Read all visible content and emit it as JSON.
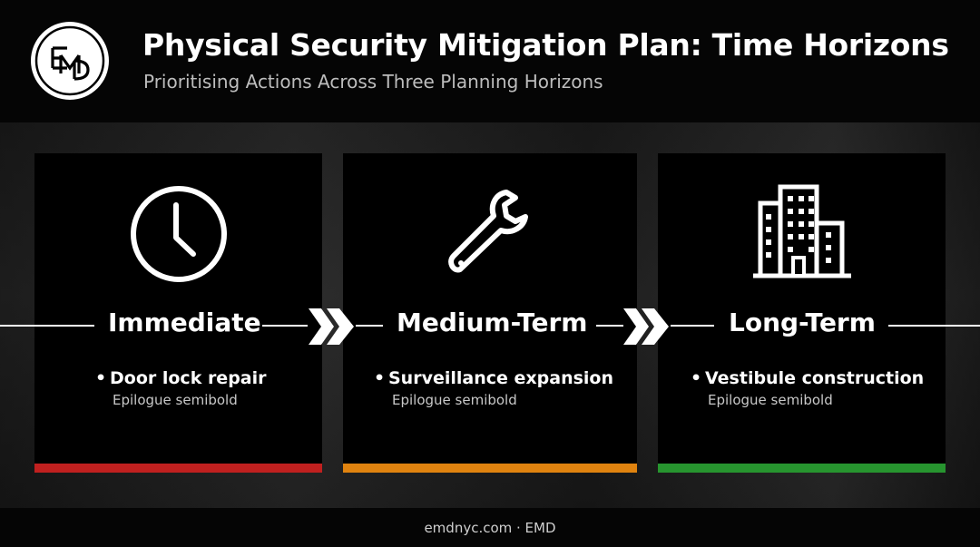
{
  "header": {
    "logo_text": "EMD",
    "title": "Physical Security Mitigation Plan: Time Horizons",
    "subtitle": "Prioritising Actions Across Three Planning Horizons"
  },
  "horizons": [
    {
      "label": "Immediate",
      "icon": "clock-icon",
      "bullet": "Door lock repair",
      "sub": "Epilogue semibold",
      "color": "#c0201f"
    },
    {
      "label": "Medium-Term",
      "icon": "wrench-icon",
      "bullet": "Surveillance expansion",
      "sub": "Epilogue semibold",
      "color": "#e0830f"
    },
    {
      "label": "Long-Term",
      "icon": "building-icon",
      "bullet": "Vestibule construction",
      "sub": "Epilogue semibold",
      "color": "#27952f"
    }
  ],
  "footer": {
    "text": "emdnyc.com · EMD"
  }
}
